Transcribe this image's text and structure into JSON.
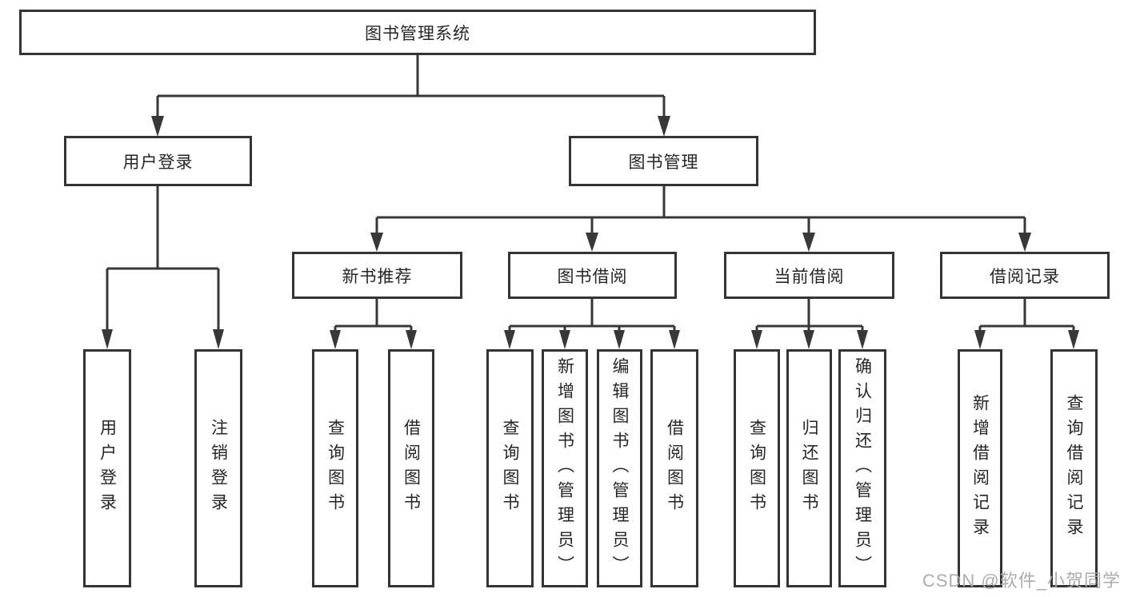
{
  "colors": {
    "line": "#383838",
    "box_border": "#343434",
    "text": "#262626",
    "watermark": "#a8a8a8",
    "background": "#ffffff"
  },
  "tree": {
    "root": "图书管理系统",
    "branches": [
      {
        "label": "用户登录",
        "children": [
          "用户登录",
          "注销登录"
        ]
      },
      {
        "label": "图书管理",
        "groups": [
          {
            "label": "新书推荐",
            "children": [
              "查询图书",
              "借阅图书"
            ]
          },
          {
            "label": "图书借阅",
            "children": [
              "查询图书",
              "新增图书（管理员）",
              "编辑图书（管理员）",
              "借阅图书"
            ]
          },
          {
            "label": "当前借阅",
            "children": [
              "查询图书",
              "归还图书",
              "确认归还（管理员）"
            ]
          },
          {
            "label": "借阅记录",
            "children": [
              "新增借阅记录",
              "查询借阅记录"
            ]
          }
        ]
      }
    ]
  },
  "watermark": {
    "text": "CSDN @软件_小贺同学"
  }
}
